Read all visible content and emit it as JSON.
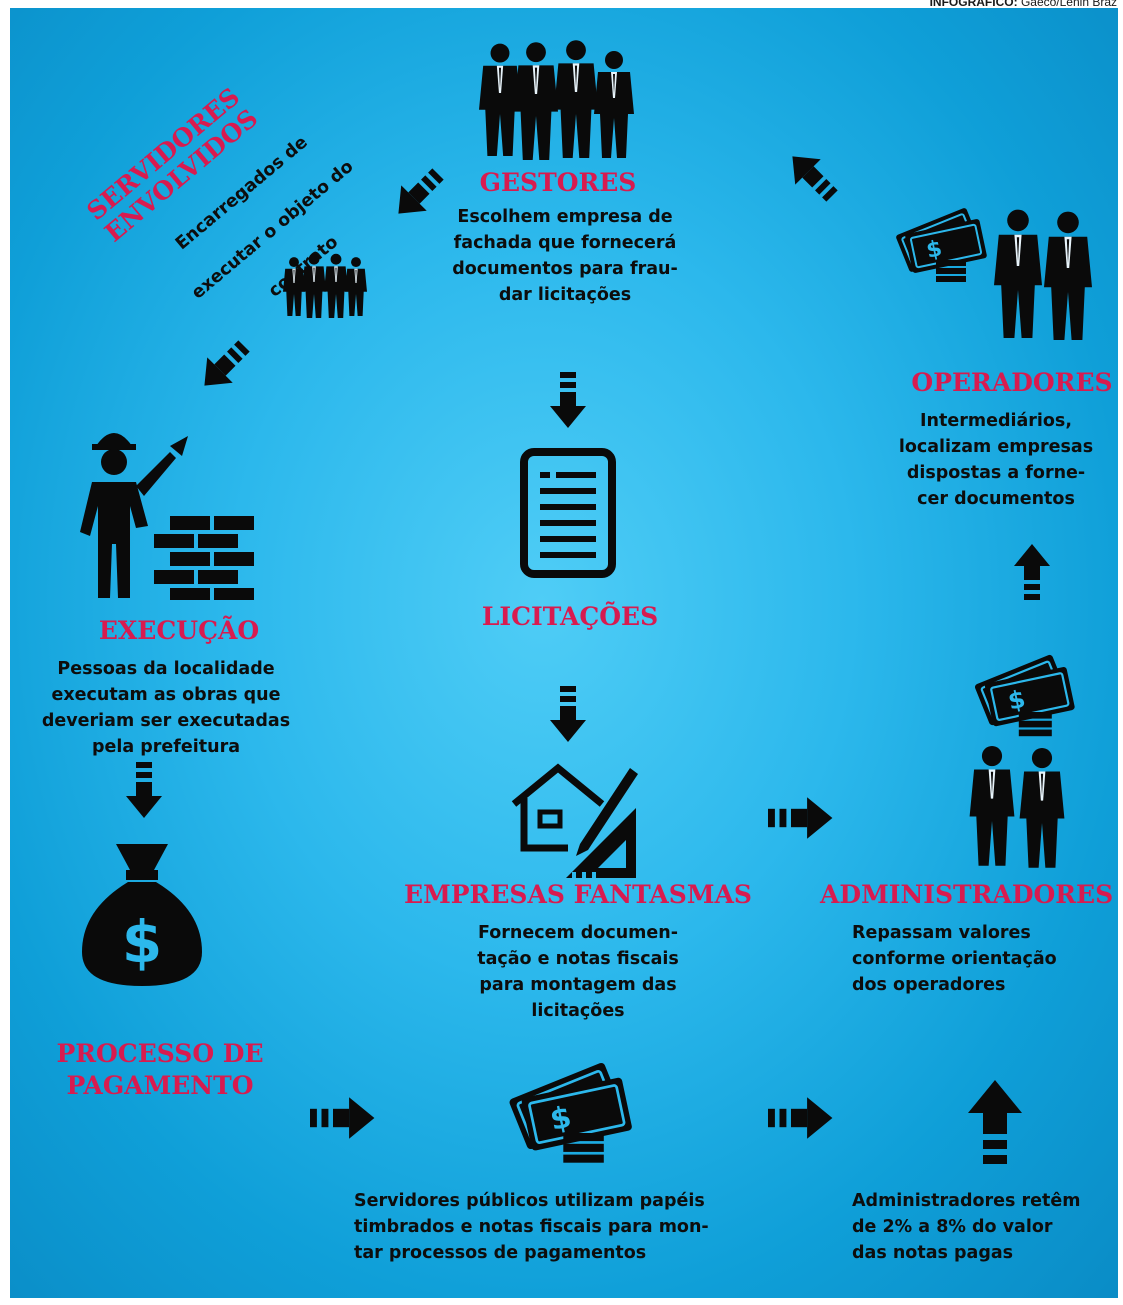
{
  "credit": {
    "label": "INFOGRÁFICO:",
    "author": "Gaeco/Lenin Braz"
  },
  "servidores": {
    "title_line1": "SERVIDORES",
    "title_line2": "ENVOLVIDOS",
    "desc_line1": "Encarregados de",
    "desc_line2": "executar o objeto do",
    "desc_line3": "contrato"
  },
  "gestores": {
    "title": "GESTORES",
    "desc": "Escolhem empresa de\nfachada que fornecerá\ndocumentos para frau-\ndar licitações"
  },
  "operadores": {
    "title": "OPERADORES",
    "desc": "Intermediários,\nlocalizam empresas\ndispostas a forne-\ncer documentos"
  },
  "licitacoes": {
    "title": "LICITAÇÕES"
  },
  "execucao": {
    "title": "EXECUÇÃO",
    "desc": "Pessoas da localidade\nexecutam as obras que\ndeveriam ser executadas\npela prefeitura"
  },
  "empresas": {
    "title": "EMPRESAS FANTASMAS",
    "desc": "Fornecem documen-\ntação e notas fiscais\npara montagem das\nlicitações"
  },
  "administradores": {
    "title": "ADMINISTRADORES",
    "desc": "Repassam valores\nconforme orientação\ndos operadores"
  },
  "pagamento": {
    "title_line1": "PROCESSO DE",
    "title_line2": "PAGAMENTO"
  },
  "servidores_publicos": {
    "desc": "Servidores públicos utilizam papéis\ntimbrados e notas fiscais para mon-\ntar processos de pagamentos"
  },
  "retem": {
    "desc": "Administradores retêm\nde 2% a 8% do valor\ndas notas pagas"
  },
  "icons": {
    "people": "business-people-icon",
    "document": "document-icon",
    "house_plan": "house-plan-icon",
    "worker": "construction-worker-icon",
    "money_bag": "money-bag-icon",
    "money": "money-bills-icon",
    "arrow": "dashed-arrow-icon"
  },
  "colors": {
    "accent": "#d81b4f",
    "background": "#2cb8ec",
    "ink": "#0d0d0d"
  }
}
